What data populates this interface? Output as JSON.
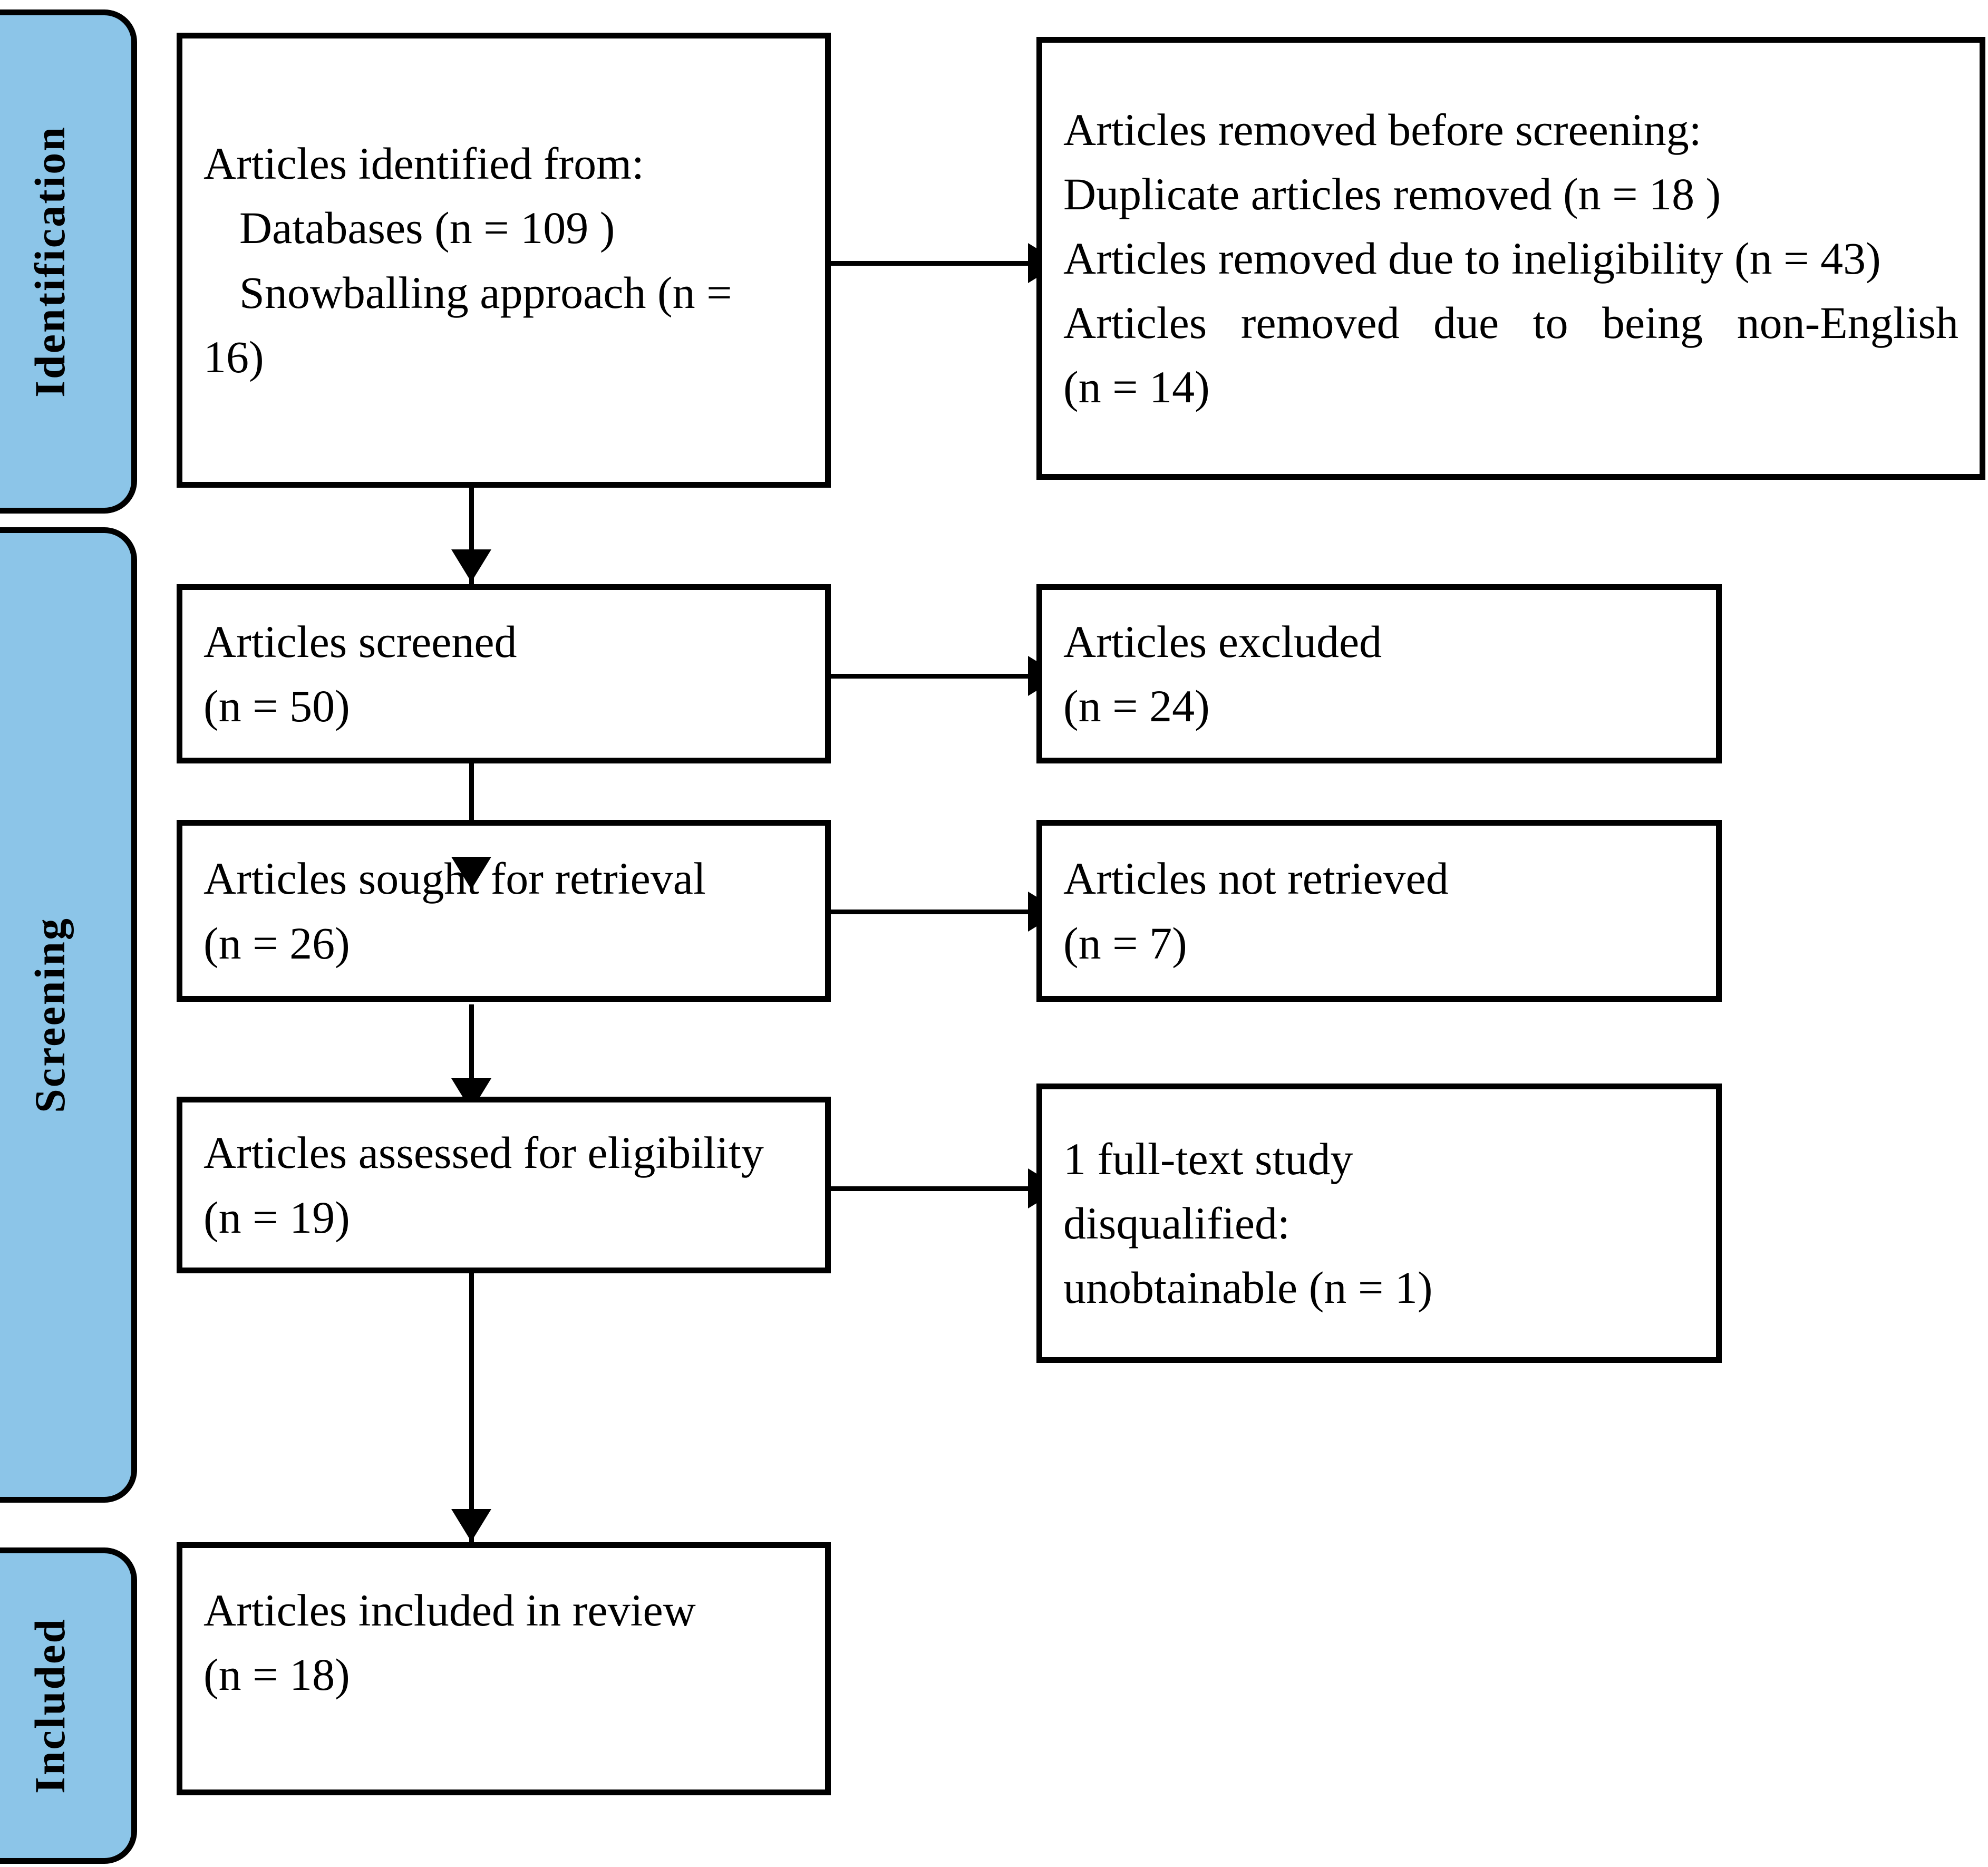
{
  "diagram": {
    "title": "PRISMA flow diagram",
    "accent_color": "#8cc5e8",
    "line_color": "#000000",
    "background_color": "#ffffff"
  },
  "phases": [
    {
      "id": "identification",
      "label": "Identification"
    },
    {
      "id": "screening",
      "label": "Screening"
    },
    {
      "id": "included",
      "label": "Included"
    }
  ],
  "boxes": {
    "identified": {
      "line1": "Articles identified from:",
      "line2": "Databases (n = 109 )",
      "line3": "Snowballing approach (n =",
      "line4": "16)"
    },
    "removed_before_screening": {
      "line1": "Articles removed before screening:",
      "line2": "Duplicate articles removed   (n = 18 )",
      "line3": "Articles removed due to ineligibility (n = 43)",
      "line4": "Articles removed due to being non-English",
      "line5": "(n = 14)"
    },
    "screened": {
      "line1": "Articles screened",
      "line2": "(n = 50)"
    },
    "excluded": {
      "line1": "Articles excluded",
      "line2": "(n = 24)"
    },
    "sought": {
      "line1": "Articles sought for retrieval",
      "line2": "(n = 26)"
    },
    "not_retrieved": {
      "line1": "Articles not retrieved",
      "line2": "(n = 7)"
    },
    "assessed": {
      "line1": "Articles assessed for eligibility",
      "line2": "(n = 19)"
    },
    "disqualified": {
      "line1": "1 full-text study",
      "line2": "disqualified:",
      "line3": "unobtainable (n = 1)"
    },
    "included_review": {
      "line1": "Articles included in review",
      "line2": "(n = 18)"
    }
  },
  "counts": {
    "databases": 109,
    "snowballing": 16,
    "duplicates_removed": 18,
    "ineligible_removed": 43,
    "non_english_removed": 14,
    "screened": 50,
    "excluded": 24,
    "sought_for_retrieval": 26,
    "not_retrieved": 7,
    "assessed_for_eligibility": 19,
    "disqualified_unobtainable": 1,
    "included_in_review": 18
  }
}
